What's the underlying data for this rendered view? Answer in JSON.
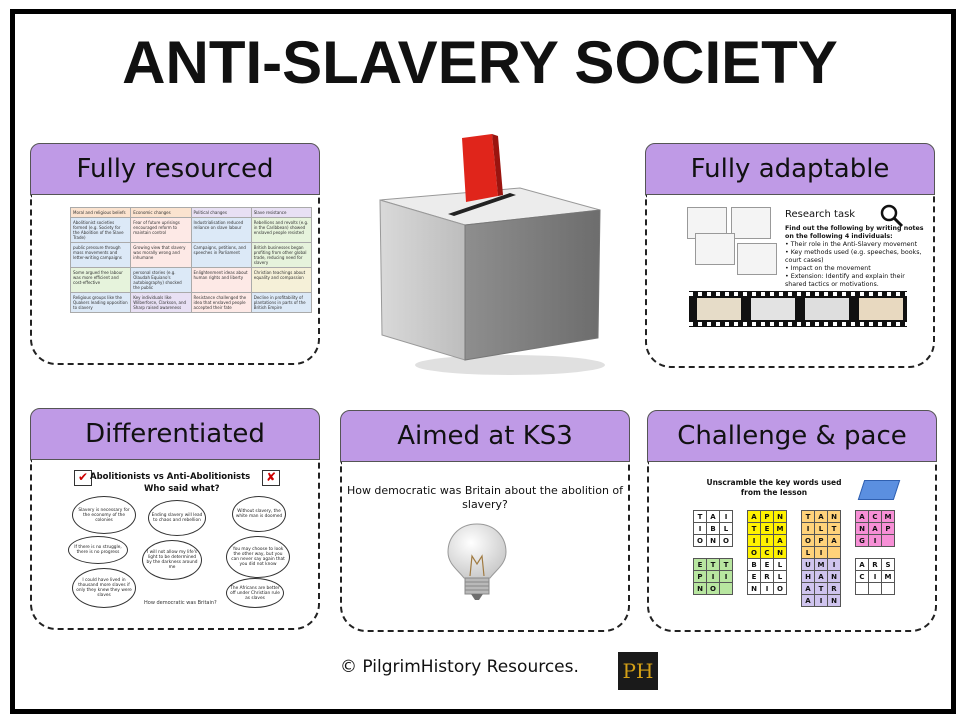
{
  "title": "ANTI-SLAVERY SOCIETY",
  "cards": {
    "resourced": {
      "label": "Fully resourced"
    },
    "adaptable": {
      "label": "Fully adaptable"
    },
    "differentiated": {
      "label": "Differentiated"
    },
    "ks3": {
      "label": "Aimed at KS3"
    },
    "challenge": {
      "label": "Challenge & pace"
    }
  },
  "resourced_table": {
    "headers": [
      "Moral and religious beliefs",
      "Economic changes",
      "Political changes",
      "Slave resistance"
    ],
    "rows": [
      [
        "Abolitionist societies formed (e.g. Society for the Abolition of the Slave Trade)",
        "Fear of future uprisings encouraged reform to maintain control",
        "Industrialisation reduced reliance on slave labour",
        "Rebellions and revolts (e.g. in the Caribbean) showed enslaved people resisted"
      ],
      [
        "public pressure through mass movements and letter-writing campaigns",
        "Growing view that slavery was morally wrong and inhumane",
        "Campaigns, petitions, and speeches in Parliament",
        "British businesses began profiting from other global trade, reducing need for slavery"
      ],
      [
        "Some argued free labour was more efficient and cost-effective",
        "personal stories (e.g. Olaudah Equiano's autobiography) shocked the public",
        "Enlightenment ideas about human rights and liberty",
        "Christian teachings about equality and compassion"
      ],
      [
        "Religious groups like the Quakers leading opposition to slavery",
        "Key individuals like Wilberforce, Clarkson, and Sharp raised awareness",
        "Resistance challenged the idea that enslaved people accepted their fate",
        "Decline in profitability of plantations in parts of the British Empire"
      ]
    ]
  },
  "research": {
    "title": "Research task",
    "intro": "Find out the following by writing notes on the following 4 individuals:",
    "bullets": [
      "Their role in the Anti-Slavery movement",
      "Key methods used (e.g. speeches, books, court cases)",
      "Impact on the movement",
      "Extension: Identify and explain their shared tactics or motivations."
    ]
  },
  "who_said": {
    "title": "Abolitionists vs Anti-Abolitionists",
    "subtitle": "Who said what?",
    "quotes": [
      "Slavery is necessary for the economy of the colonies",
      "Ending slavery will lead to chaos and rebellion",
      "Without slavery, the white man is doomed",
      "If there is no struggle, there is no progress",
      "I will not allow my life's light to be determined by the darkness around me",
      "You may choose to look the other way, but you can never say again that you did not know",
      "I could have lived in thousand more slaves if only they knew they were slaves",
      "The Africans are better off under Christian rule as slaves"
    ],
    "footer": "How democratic was Britain?"
  },
  "ks3": {
    "question": "How democratic was Britain about the abolition of slavery?"
  },
  "anagram": {
    "title": "Unscramble the key words used from the lesson",
    "grids": [
      {
        "rows": [
          [
            "T",
            "A",
            "I"
          ],
          [
            "I",
            "B",
            "L"
          ],
          [
            "O",
            "N",
            "O"
          ]
        ],
        "color": "#ffffff"
      },
      {
        "rows": [
          [
            "A",
            "P",
            "N"
          ],
          [
            "T",
            "E",
            "M"
          ],
          [
            "I",
            "I",
            "A"
          ],
          [
            "O",
            "C",
            "N"
          ]
        ],
        "color": "#fff200"
      },
      {
        "rows": [
          [
            "T",
            "A",
            "N"
          ],
          [
            "I",
            "L",
            "T"
          ],
          [
            "O",
            "P",
            "A"
          ],
          [
            "L",
            "I",
            ""
          ]
        ],
        "color": "#ffd27a"
      },
      {
        "rows": [
          [
            "A",
            "C",
            "M"
          ],
          [
            "N",
            "A",
            "P"
          ],
          [
            "G",
            "I",
            ""
          ]
        ],
        "color": "#f78fd6"
      },
      {
        "rows": [
          [
            "E",
            "T",
            "T"
          ],
          [
            "P",
            "I",
            "I"
          ],
          [
            "N",
            "O",
            ""
          ]
        ],
        "color": "#b8e6a0"
      },
      {
        "rows": [
          [
            "B",
            "E",
            "L"
          ],
          [
            "E",
            "R",
            "L"
          ],
          [
            "N",
            "I",
            "O"
          ]
        ],
        "color": "#ffffff"
      },
      {
        "rows": [
          [
            "U",
            "M",
            "I"
          ],
          [
            "H",
            "A",
            "N"
          ],
          [
            "A",
            "T",
            "R"
          ],
          [
            "A",
            "I",
            "N"
          ]
        ],
        "color": "#cfc4ee"
      },
      {
        "rows": [
          [
            "A",
            "R",
            "S"
          ],
          [
            "C",
            "I",
            "M"
          ],
          [
            "",
            "",
            " "
          ]
        ],
        "color": "#ffffff"
      }
    ]
  },
  "footer": {
    "text": "© PilgrimHistory Resources.",
    "logo": "PH"
  }
}
